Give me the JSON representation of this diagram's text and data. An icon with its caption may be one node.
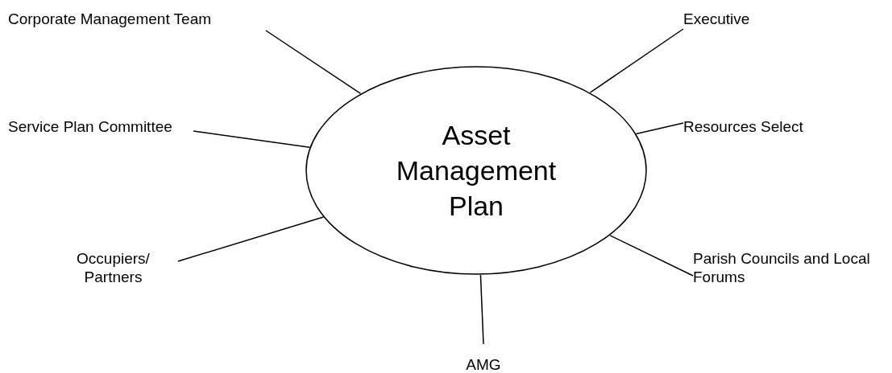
{
  "diagram": {
    "nodes": [
      {
        "text": [
          "Asset Management Plan"
        ]
      },
      {
        "text": [
          "Corporate Management Team"
        ]
      },
      {
        "text": [
          "Executive"
        ]
      },
      {
        "text": [
          "Service Plan Committee"
        ]
      },
      {
        "text": [
          "Resources Select"
        ]
      },
      {
        "text": [
          "Occupiers/ Partners"
        ]
      },
      {
        "text": [
          "Parish Councils and Local Forums"
        ]
      },
      {
        "text": [
          "AMG"
        ]
      }
    ],
    "edges": [
      {
        "from": 1,
        "to": 0,
        "arrow": "none"
      },
      {
        "from": 2,
        "to": 0,
        "arrow": "none"
      },
      {
        "from": 3,
        "to": 0,
        "arrow": "none"
      },
      {
        "from": 4,
        "to": 0,
        "arrow": "none"
      },
      {
        "from": 5,
        "to": 0,
        "arrow": "none"
      },
      {
        "from": 6,
        "to": 0,
        "arrow": "none"
      },
      {
        "from": 7,
        "to": 0,
        "arrow": "none"
      }
    ]
  }
}
